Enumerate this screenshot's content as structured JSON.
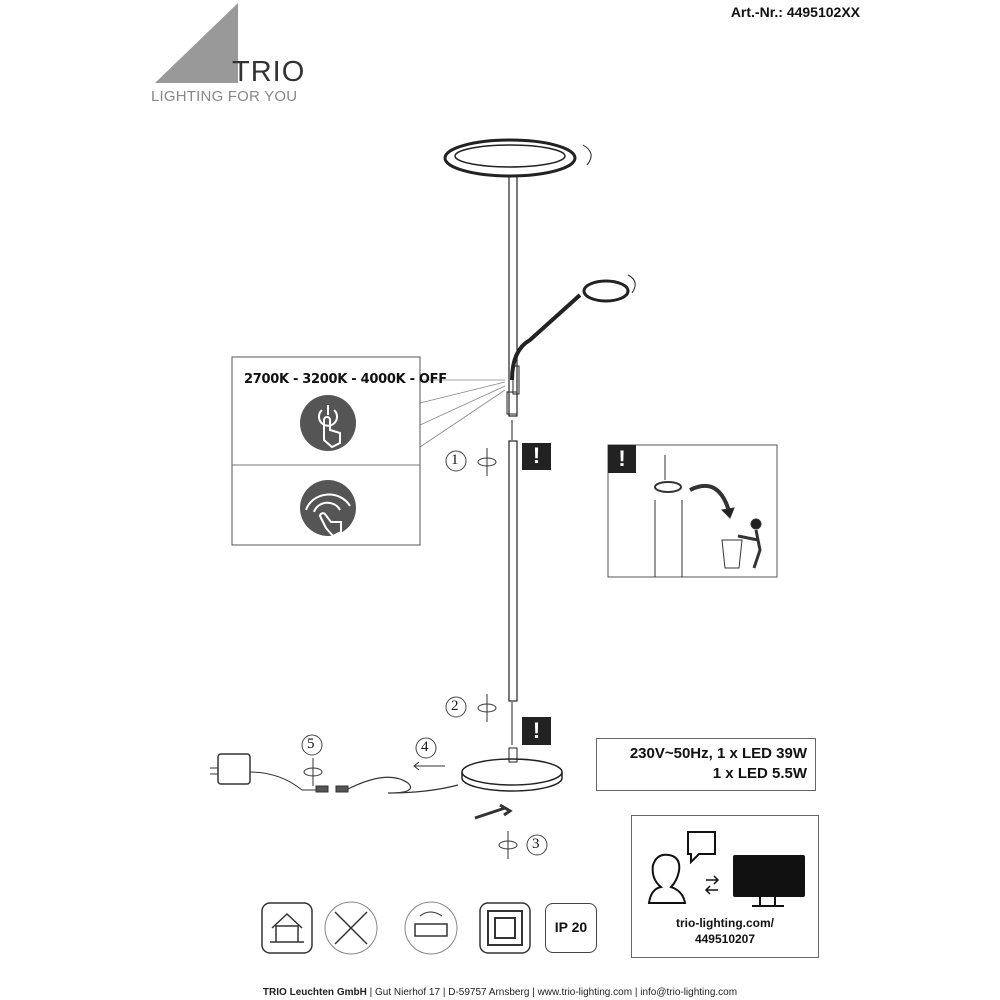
{
  "header": {
    "article_number": "Art.-Nr.: 4495102XX"
  },
  "logo": {
    "brand": "TRIO",
    "tagline": "LIGHTING FOR YOU"
  },
  "control_box": {
    "color_temperatures": "2700K - 3200K - 4000K - OFF",
    "icons": [
      "touch-switch-icon",
      "touch-dim-icon"
    ]
  },
  "steps": [
    "1",
    "2",
    "3",
    "4",
    "5"
  ],
  "warnings": [
    "!",
    "!",
    "!"
  ],
  "specs": {
    "line1": "230V~50Hz, 1 x LED 39W",
    "line2": "1 x LED 5.5W"
  },
  "support": {
    "url_line1": "trio-lighting.com/",
    "url_line2": "449510207"
  },
  "badges": {
    "ip_rating": "IP 20",
    "icons": [
      "indoor-use-icon",
      "led-not-replaceable-icon",
      "rotate-icon",
      "protection-class-ii-icon"
    ]
  },
  "footer": {
    "company": "TRIO Leuchten GmbH",
    "address": "Gut Nierhof 17",
    "city": "D-59757 Arnsberg",
    "web": "www.trio-lighting.com",
    "email": "info@trio-lighting.com",
    "separator": "|"
  }
}
